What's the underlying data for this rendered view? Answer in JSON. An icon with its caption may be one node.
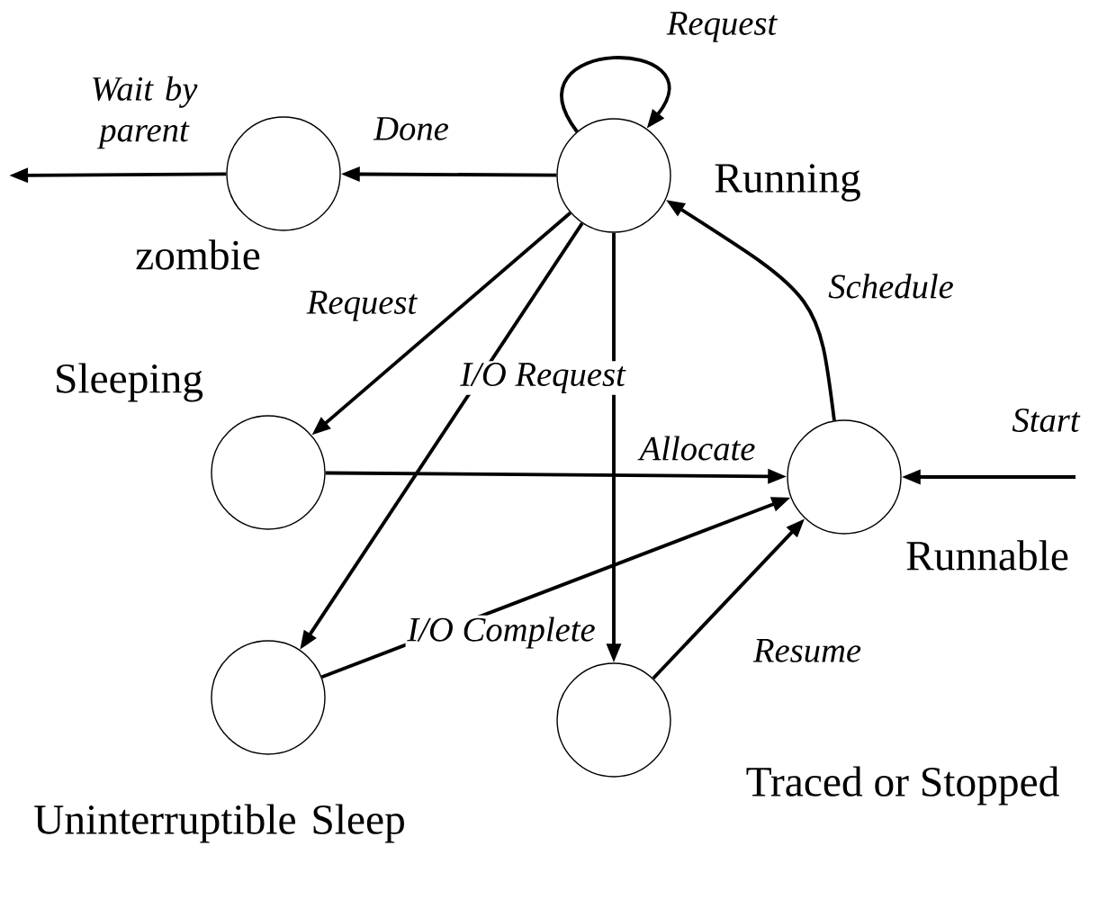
{
  "diagram": {
    "nodes": [
      {
        "text": [
          "Running"
        ]
      },
      {
        "text": [
          "zombie"
        ]
      },
      {
        "text": [
          "Sleeping"
        ]
      },
      {
        "text": [
          "Runnable"
        ]
      },
      {
        "text": [
          "Uninterruptible Sleep"
        ]
      },
      {
        "text": [
          "Traced or Stopped"
        ]
      }
    ],
    "edges": [
      {
        "from": 0,
        "to": 0,
        "arrow": "to",
        "label": "Request"
      },
      {
        "from": 0,
        "to": 1,
        "arrow": "to",
        "label": "Done"
      },
      {
        "from": 1,
        "to": null,
        "arrow": "to",
        "label": "Wait by parent"
      },
      {
        "from": 0,
        "to": 2,
        "arrow": "to",
        "label": "Request"
      },
      {
        "from": 0,
        "to": 4,
        "arrow": "to",
        "label": "I/O Request"
      },
      {
        "from": 0,
        "to": 5,
        "arrow": "to"
      },
      {
        "from": 2,
        "to": 3,
        "arrow": "to",
        "label": "Allocate"
      },
      {
        "from": 4,
        "to": 3,
        "arrow": "to",
        "label": "I/O Complete"
      },
      {
        "from": 5,
        "to": 3,
        "arrow": "to",
        "label": "Resume"
      },
      {
        "from": 3,
        "to": 0,
        "arrow": "to",
        "label": "Schedule"
      },
      {
        "from": null,
        "to": 3,
        "arrow": "to",
        "label": "Start"
      }
    ]
  }
}
